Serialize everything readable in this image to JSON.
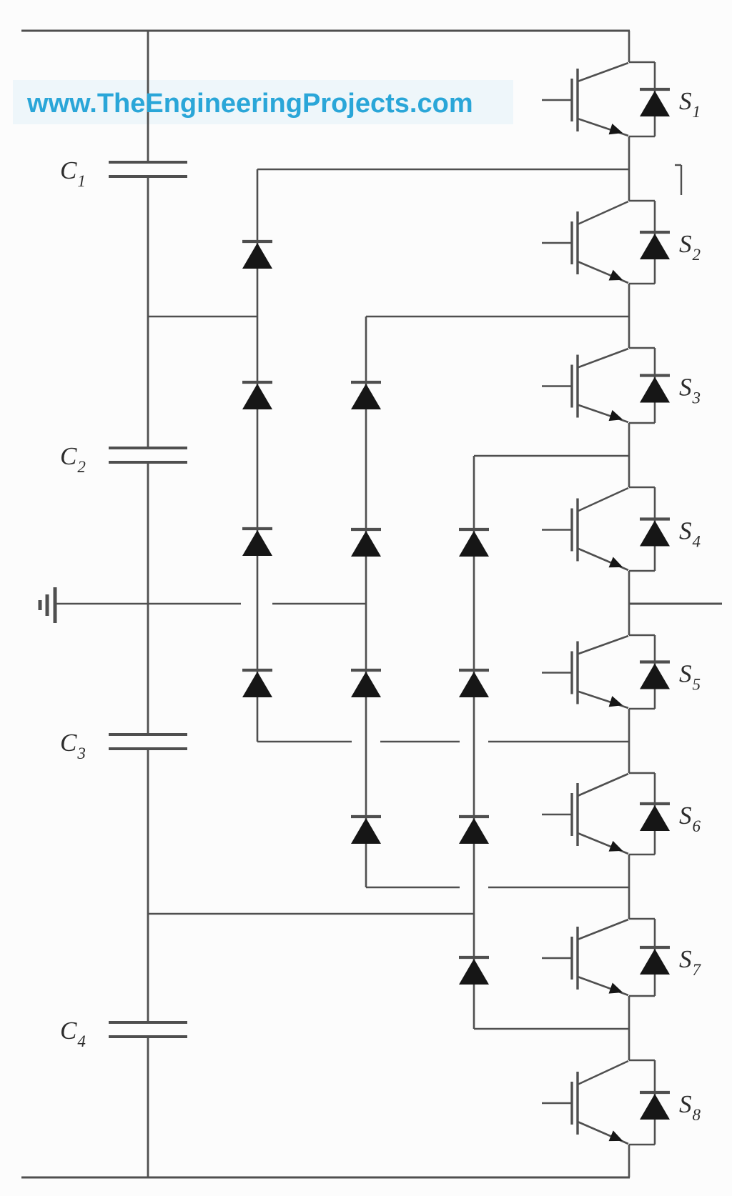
{
  "watermark": {
    "text": "www.TheEngineeringProjects.com",
    "color": "#2aa6d8"
  },
  "components": {
    "capacitors": [
      {
        "name": "C",
        "sub": "1"
      },
      {
        "name": "C",
        "sub": "2"
      },
      {
        "name": "C",
        "sub": "3"
      },
      {
        "name": "C",
        "sub": "4"
      }
    ],
    "switches": [
      {
        "name": "S",
        "sub": "1"
      },
      {
        "name": "S",
        "sub": "2"
      },
      {
        "name": "S",
        "sub": "3"
      },
      {
        "name": "S",
        "sub": "4"
      },
      {
        "name": "S",
        "sub": "5"
      },
      {
        "name": "S",
        "sub": "6"
      },
      {
        "name": "S",
        "sub": "7"
      },
      {
        "name": "S",
        "sub": "8"
      }
    ]
  },
  "colors": {
    "line": "#4f4f4f",
    "fill": "#161616",
    "background": "#fcfcfc"
  }
}
